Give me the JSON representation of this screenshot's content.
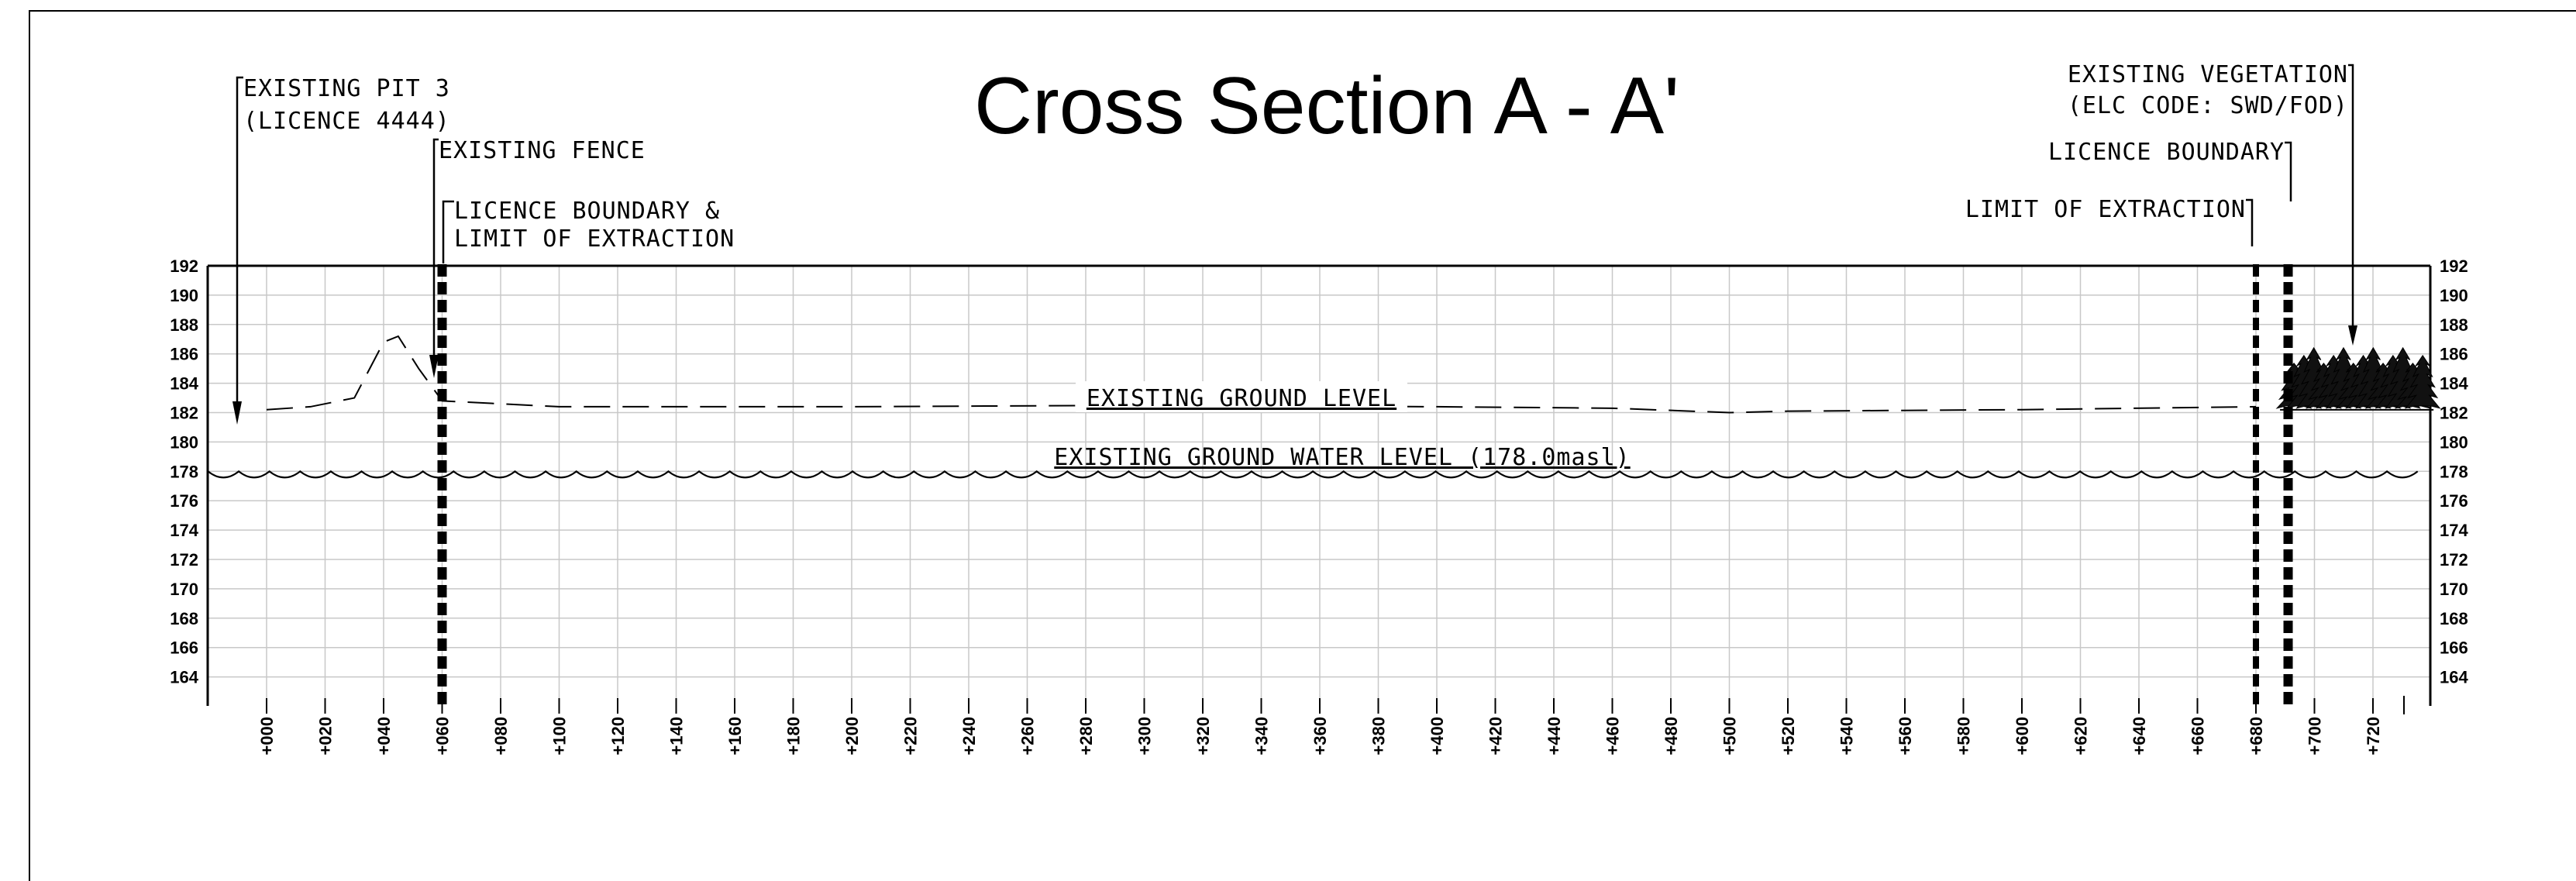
{
  "title": "Cross Section A - A'",
  "callouts": {
    "pit": [
      "EXISTING PIT 3",
      "(LICENCE 4444)"
    ],
    "fence": "EXISTING FENCE",
    "licence_left": [
      "LICENCE BOUNDARY &",
      "LIMIT OF EXTRACTION"
    ],
    "vegetation": [
      "EXISTING   VEGETATION",
      "(ELC CODE:  SWD/FOD)"
    ],
    "licence_right": "LICENCE BOUNDARY",
    "limit_right": "LIMIT OF EXTRACTION"
  },
  "ground_label": "EXISTING GROUND LEVEL",
  "water_label": "EXISTING GROUND WATER LEVEL (178.0masl)",
  "chart_data": {
    "type": "line",
    "y_ticks": [
      192,
      190,
      188,
      186,
      184,
      182,
      180,
      178,
      176,
      174,
      172,
      170,
      168,
      166,
      164
    ],
    "x_ticks": [
      "+000",
      "+020",
      "+040",
      "+060",
      "+080",
      "+100",
      "+120",
      "+140",
      "+160",
      "+180",
      "+200",
      "+220",
      "+240",
      "+260",
      "+280",
      "+300",
      "+320",
      "+340",
      "+360",
      "+380",
      "+400",
      "+420",
      "+440",
      "+460",
      "+480",
      "+500",
      "+520",
      "+540",
      "+560",
      "+580",
      "+600",
      "+620",
      "+640",
      "+660",
      "+680",
      "+700",
      "+720"
    ],
    "ylim": [
      162,
      192
    ],
    "xlim": [
      -20,
      740
    ],
    "grid": true,
    "series": [
      {
        "name": "EXISTING GROUND LEVEL",
        "style": "dashed",
        "x": [
          0,
          15,
          30,
          40,
          45,
          52,
          60,
          100,
          200,
          300,
          400,
          460,
          500,
          520,
          600,
          680
        ],
        "y": [
          182.2,
          182.4,
          183.0,
          186.8,
          187.2,
          185.0,
          182.8,
          182.4,
          182.4,
          182.5,
          182.4,
          182.3,
          182.0,
          182.1,
          182.2,
          182.4
        ]
      },
      {
        "name": "EXISTING GROUND WATER LEVEL (178.0masl)",
        "style": "scalloped",
        "x": [
          -20,
          740
        ],
        "y": [
          178.0,
          178.0
        ]
      }
    ],
    "boundaries": [
      {
        "station": 60,
        "label": "LICENCE BOUNDARY & LIMIT OF EXTRACTION"
      },
      {
        "station": 680,
        "label": "LIMIT OF EXTRACTION"
      },
      {
        "station": 691,
        "label": "LICENCE BOUNDARY"
      }
    ],
    "vegetation_span": [
      693,
      737
    ]
  }
}
